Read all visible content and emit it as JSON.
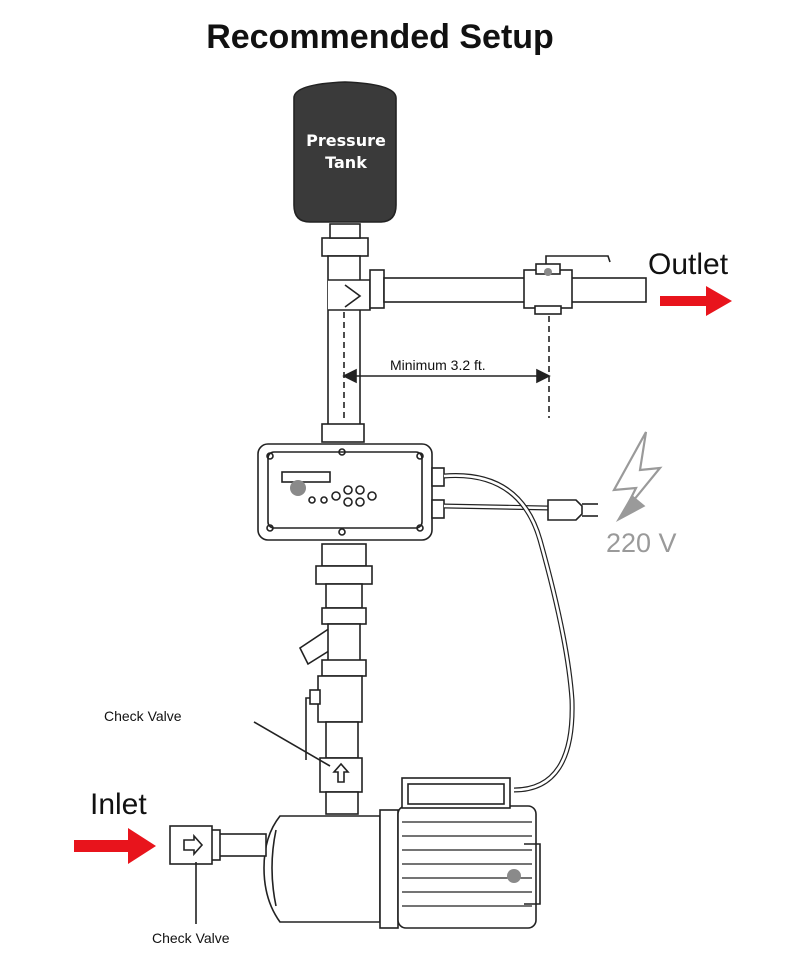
{
  "title": "Recommended Setup",
  "tank": {
    "line1": "Pressure",
    "line2": "Tank"
  },
  "outlet_label": "Outlet",
  "inlet_label": "Inlet",
  "distance_label": "Minimum 3.2 ft.",
  "voltage_label": "220 V",
  "check_valve_top_label": "Check Valve",
  "check_valve_bottom_label": "Check Valve",
  "colors": {
    "arrow": "#e8141c",
    "tank": "#3a3a3a",
    "voltage": "#9a9a9a",
    "marker": "#8a8a8a"
  }
}
